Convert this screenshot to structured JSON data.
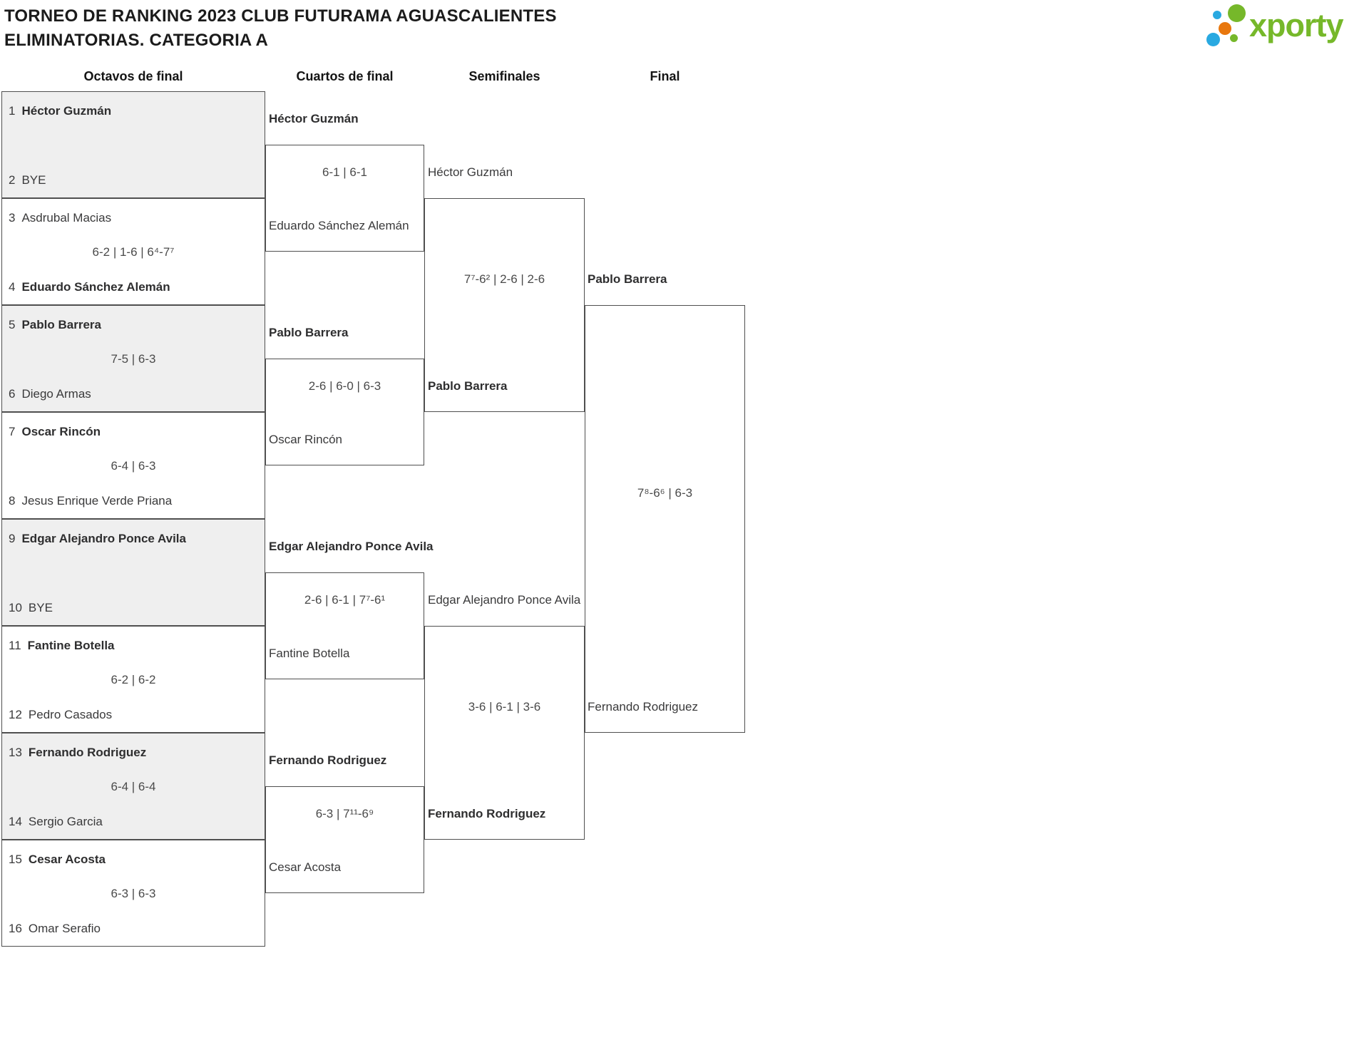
{
  "title": {
    "line1": "TORNEO DE RANKING 2023 CLUB FUTURAMA AGUASCALIENTES",
    "line2": "ELIMINATORIAS. CATEGORIA A"
  },
  "logo": {
    "text": "xporty",
    "green": "#76b82a",
    "blue": "#29a9e1",
    "orange": "#e8770e"
  },
  "rounds": {
    "r16": "Octavos de final",
    "qf": "Cuartos de final",
    "sf": "Semifinales",
    "final": "Final"
  },
  "r16": [
    {
      "seed_a": "1",
      "player_a": "Héctor Guzmán",
      "a_winner": true,
      "score": "",
      "seed_b": "2",
      "player_b": "BYE",
      "b_winner": false
    },
    {
      "seed_a": "3",
      "player_a": "Asdrubal Macias",
      "a_winner": false,
      "score": "6-2 | 1-6 | 6⁴-7⁷",
      "seed_b": "4",
      "player_b": "Eduardo Sánchez Alemán",
      "b_winner": true
    },
    {
      "seed_a": "5",
      "player_a": "Pablo Barrera",
      "a_winner": true,
      "score": "7-5 | 6-3",
      "seed_b": "6",
      "player_b": "Diego Armas",
      "b_winner": false
    },
    {
      "seed_a": "7",
      "player_a": "Oscar Rincón",
      "a_winner": true,
      "score": "6-4 | 6-3",
      "seed_b": "8",
      "player_b": "Jesus Enrique Verde Priana",
      "b_winner": false
    },
    {
      "seed_a": "9",
      "player_a": "Edgar Alejandro Ponce Avila",
      "a_winner": true,
      "score": "",
      "seed_b": "10",
      "player_b": "BYE",
      "b_winner": false
    },
    {
      "seed_a": "11",
      "player_a": "Fantine Botella",
      "a_winner": true,
      "score": "6-2 | 6-2",
      "seed_b": "12",
      "player_b": "Pedro Casados",
      "b_winner": false
    },
    {
      "seed_a": "13",
      "player_a": "Fernando Rodriguez",
      "a_winner": true,
      "score": "6-4 | 6-4",
      "seed_b": "14",
      "player_b": "Sergio Garcia",
      "b_winner": false
    },
    {
      "seed_a": "15",
      "player_a": "Cesar Acosta",
      "a_winner": true,
      "score": "6-3 | 6-3",
      "seed_b": "16",
      "player_b": "Omar Serafio",
      "b_winner": false
    }
  ],
  "qf": [
    {
      "top": "Héctor Guzmán",
      "top_winner": true,
      "score": "6-1 | 6-1",
      "bottom": "Eduardo Sánchez Alemán",
      "bottom_winner": false
    },
    {
      "top": "Pablo Barrera",
      "top_winner": true,
      "score": "2-6 | 6-0 | 6-3",
      "bottom": "Oscar Rincón",
      "bottom_winner": false
    },
    {
      "top": "Edgar Alejandro Ponce Avila",
      "top_winner": true,
      "score": "2-6 | 6-1 | 7⁷-6¹",
      "bottom": "Fantine Botella",
      "bottom_winner": false
    },
    {
      "top": "Fernando Rodriguez",
      "top_winner": true,
      "score": "6-3 | 7¹¹-6⁹",
      "bottom": "Cesar Acosta",
      "bottom_winner": false
    }
  ],
  "sf": [
    {
      "top": "Héctor Guzmán",
      "top_winner": false,
      "score": "7⁷-6² | 2-6 | 2-6",
      "bottom": "Pablo Barrera",
      "bottom_winner": true
    },
    {
      "top": "Edgar Alejandro Ponce Avila",
      "top_winner": false,
      "score": "3-6 | 6-1 | 3-6",
      "bottom": "Fernando Rodriguez",
      "bottom_winner": true
    }
  ],
  "final": {
    "top": "Pablo Barrera",
    "top_winner": true,
    "score": "7⁸-6⁶ | 6-3",
    "bottom": "Fernando Rodriguez",
    "bottom_winner": false
  },
  "colors": {
    "shaded_row": "#efefef",
    "line": "#4f4f4f",
    "name_text": "#3a3a3b",
    "score_text": "#4a4a4a"
  }
}
